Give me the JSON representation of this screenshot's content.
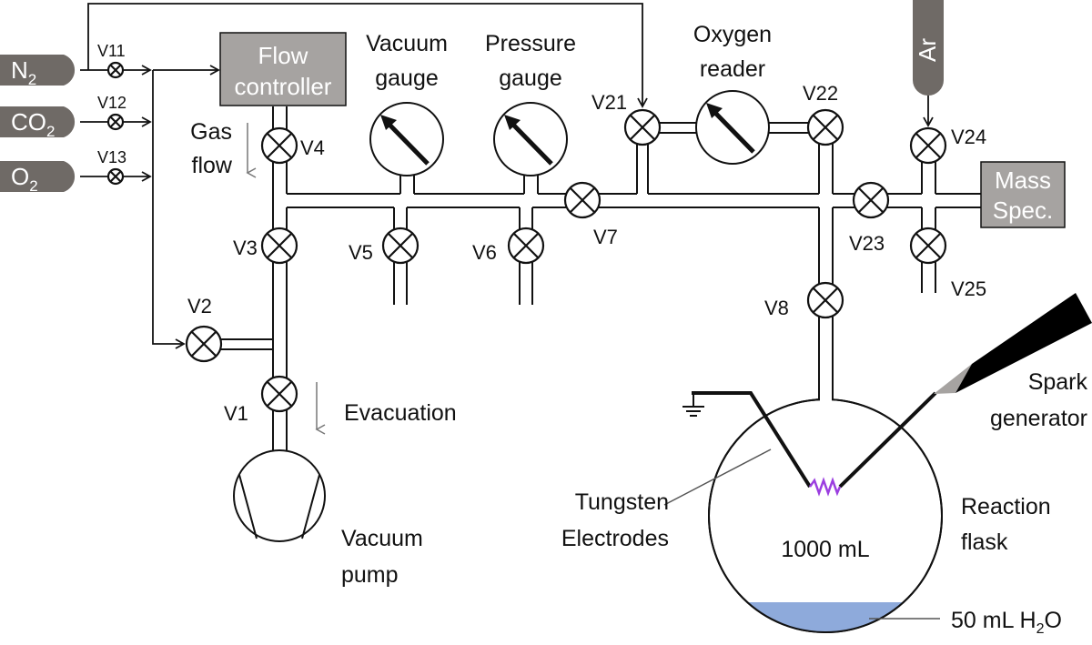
{
  "gases": {
    "n2": "N",
    "n2_sub": "2",
    "co2": "CO",
    "co2_sub": "2",
    "o2": "O",
    "o2_sub": "2",
    "ar": "Ar"
  },
  "valves": {
    "v11": "V11",
    "v12": "V12",
    "v13": "V13",
    "v1": "V1",
    "v2": "V2",
    "v3": "V3",
    "v4": "V4",
    "v5": "V5",
    "v6": "V6",
    "v7": "V7",
    "v8": "V8",
    "v21": "V21",
    "v22": "V22",
    "v23": "V23",
    "v24": "V24",
    "v25": "V25"
  },
  "flow_controller": {
    "line1": "Flow",
    "line2": "controller"
  },
  "mass_spec": {
    "line1": "Mass",
    "line2": "Spec."
  },
  "labels": {
    "vacuum_gauge_1": "Vacuum",
    "vacuum_gauge_2": "gauge",
    "pressure_gauge_1": "Pressure",
    "pressure_gauge_2": "gauge",
    "oxygen_reader_1": "Oxygen",
    "oxygen_reader_2": "reader",
    "gas_flow_1": "Gas",
    "gas_flow_2": "flow",
    "evacuation": "Evacuation",
    "vacuum_pump_1": "Vacuum",
    "vacuum_pump_2": "pump",
    "spark_1": "Spark",
    "spark_2": "generator",
    "tungsten_1": "Tungsten",
    "tungsten_2": "Electrodes",
    "flask_volume": "1000 mL",
    "flask_1": "Reaction",
    "flask_2": "flask",
    "water": "50 mL H",
    "water_sub": "2",
    "water_end": "O"
  },
  "colors": {
    "cylinder": "#6f6a66",
    "box": "#a6a3a1",
    "water": "#8eaadb",
    "filament": "#9b3ee0"
  }
}
